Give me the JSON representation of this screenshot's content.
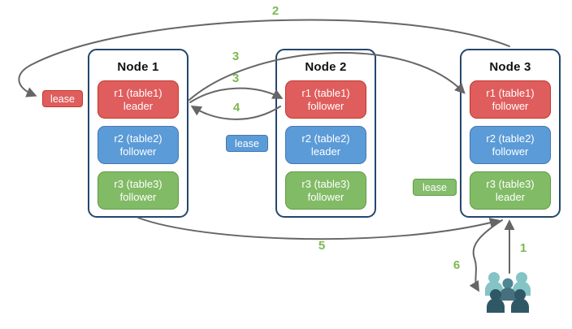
{
  "nodes": [
    {
      "title": "Node 1",
      "replicas": [
        {
          "name": "r1 (table1)",
          "role": "leader",
          "color": "red"
        },
        {
          "name": "r2 (table2)",
          "role": "follower",
          "color": "blue"
        },
        {
          "name": "r3 (table3)",
          "role": "follower",
          "color": "green"
        }
      ]
    },
    {
      "title": "Node 2",
      "replicas": [
        {
          "name": "r1 (table1)",
          "role": "follower",
          "color": "red"
        },
        {
          "name": "r2 (table2)",
          "role": "leader",
          "color": "blue"
        },
        {
          "name": "r3 (table3)",
          "role": "follower",
          "color": "green"
        }
      ]
    },
    {
      "title": "Node 3",
      "replicas": [
        {
          "name": "r1 (table1)",
          "role": "follower",
          "color": "red"
        },
        {
          "name": "r2 (table2)",
          "role": "follower",
          "color": "blue"
        },
        {
          "name": "r3 (table3)",
          "role": "leader",
          "color": "green"
        }
      ]
    }
  ],
  "leases": {
    "red": "lease",
    "blue": "lease",
    "green": "lease"
  },
  "steps": {
    "s1": "1",
    "s2": "2",
    "s3a": "3",
    "s3b": "3",
    "s4": "4",
    "s5": "5",
    "s6": "6"
  },
  "icons": {
    "users": "users-group-icon"
  },
  "colors": {
    "red_fill": "#e05d5d",
    "red_border": "#c0392b",
    "blue_fill": "#5b9bd8",
    "blue_border": "#4678b2",
    "green_fill": "#82bb66",
    "green_border": "#5e9c45",
    "node_border": "#24476b",
    "arrow": "#666666",
    "step_label": "#7cb950",
    "users_light": "#84c3c6",
    "users_medium": "#4e8794",
    "users_medium_body": "#47707f",
    "users_dark": "#2f5867"
  }
}
